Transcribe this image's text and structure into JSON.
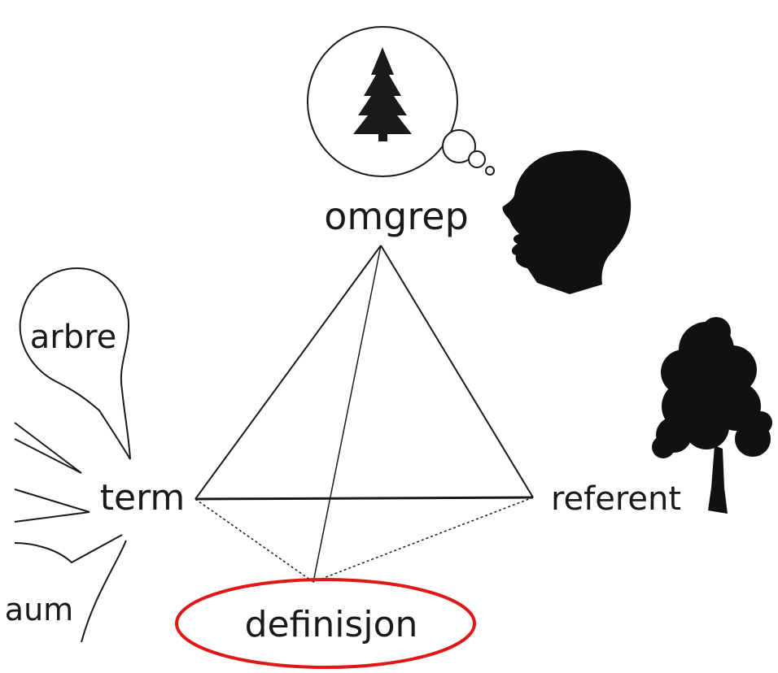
{
  "labels": {
    "concept": "omgrep",
    "term": "term",
    "referent": "referent",
    "definition": "definisjon",
    "speech_bubble_word": "arbre",
    "partial_word": "aum"
  },
  "icons": {
    "thought_bubble": "thought-bubble-icon",
    "conifer_tree": "conifer-tree-icon",
    "head_silhouette": "head-silhouette-icon",
    "deciduous_tree": "deciduous-tree-icon"
  },
  "colors": {
    "ink": "#1a1a1a",
    "highlight": "#e01818"
  }
}
